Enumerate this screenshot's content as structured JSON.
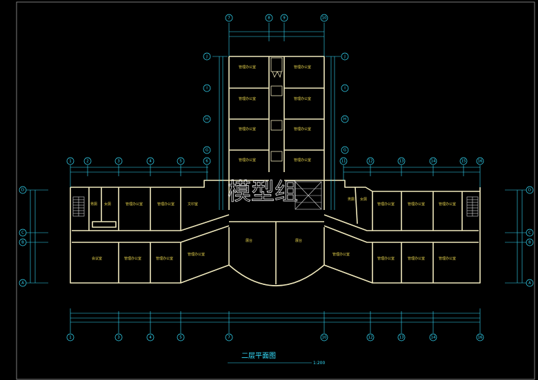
{
  "drawing": {
    "title": "二层平面图",
    "scale": "1:200",
    "watermark": "模型组"
  },
  "colors": {
    "background": "#000000",
    "walls": "#f3ecc0",
    "dimension": "#35e0ff",
    "room_text": "#e8d44d",
    "stair": "#d9d9d9"
  },
  "axes": {
    "top": [
      "7",
      "8",
      "9",
      "10"
    ],
    "upper_left": [
      "1",
      "2",
      "3",
      "4",
      "5",
      "6"
    ],
    "upper_right": [
      "11",
      "12",
      "13",
      "14",
      "15",
      "16"
    ],
    "bottom": [
      "1",
      "3",
      "4",
      "5",
      "7",
      "10",
      "12",
      "13",
      "14",
      "16"
    ],
    "tower_left": [
      "J",
      "I",
      "H",
      "G"
    ],
    "tower_right": [
      "J",
      "I",
      "H",
      "G"
    ],
    "side_left": [
      "D",
      "C",
      "B",
      "A"
    ],
    "side_right": [
      "D",
      "C",
      "B",
      "A"
    ]
  },
  "rooms": {
    "tower_left_1": "管理办公室",
    "tower_right_1": "管理办公室",
    "tower_left_2": "管理办公室",
    "tower_right_2": "管理办公室",
    "tower_left_3": "管理办公室",
    "tower_right_3": "管理办公室",
    "tower_left_4": "管理办公室",
    "tower_right_4": "管理办公室",
    "wl_toilet1": "男厕",
    "wl_toilet2": "女厕",
    "wl_office1": "管理办公室",
    "wl_office2": "管理办公室",
    "wl_archive": "文印室",
    "wl_meeting": "会议室",
    "wl_office3": "管理办公室",
    "wl_office4": "管理办公室",
    "wl_office5": "管理办公室",
    "hall_left": "展台",
    "hall_right": "展台",
    "er_office_diag": "管理办公室",
    "er_toilet1": "男厕",
    "er_toilet2": "女厕",
    "er_office1": "管理办公室",
    "er_office2": "管理办公室",
    "er_office3": "管理办公室",
    "er_office4": "管理办公室",
    "er_office5": "管理办公室",
    "er_office6": "管理办公室"
  }
}
